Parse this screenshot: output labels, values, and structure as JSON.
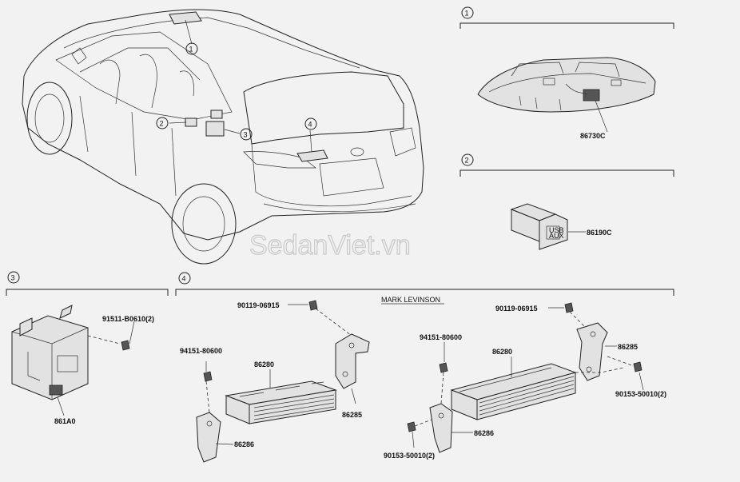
{
  "watermark": "SedanViet.vn",
  "callouts": [
    "1",
    "2",
    "3",
    "4"
  ],
  "section_headers": {
    "s1": "1",
    "s2": "2",
    "s3": "3",
    "s4": "4",
    "mark_levinson": "MARK LEVINSON"
  },
  "parts": {
    "p86730C": "86730C",
    "p86190C": "86190C",
    "p861A0": "861A0",
    "p91511": "91511-B0610(2)",
    "p90119a": "90119-06915",
    "p94151a": "94151-80600",
    "p86280a": "86280",
    "p86285a": "86285",
    "p86286a": "86286",
    "p90119b": "90119-06915",
    "p94151b": "94151-80600",
    "p86280b": "86280",
    "p86285b": "86285",
    "p90153a": "90153-50010(2)",
    "p86286b": "86286",
    "p90153b": "90153-50010(2)"
  },
  "switch_text": {
    "line1": "USB",
    "line2": "AUX"
  }
}
